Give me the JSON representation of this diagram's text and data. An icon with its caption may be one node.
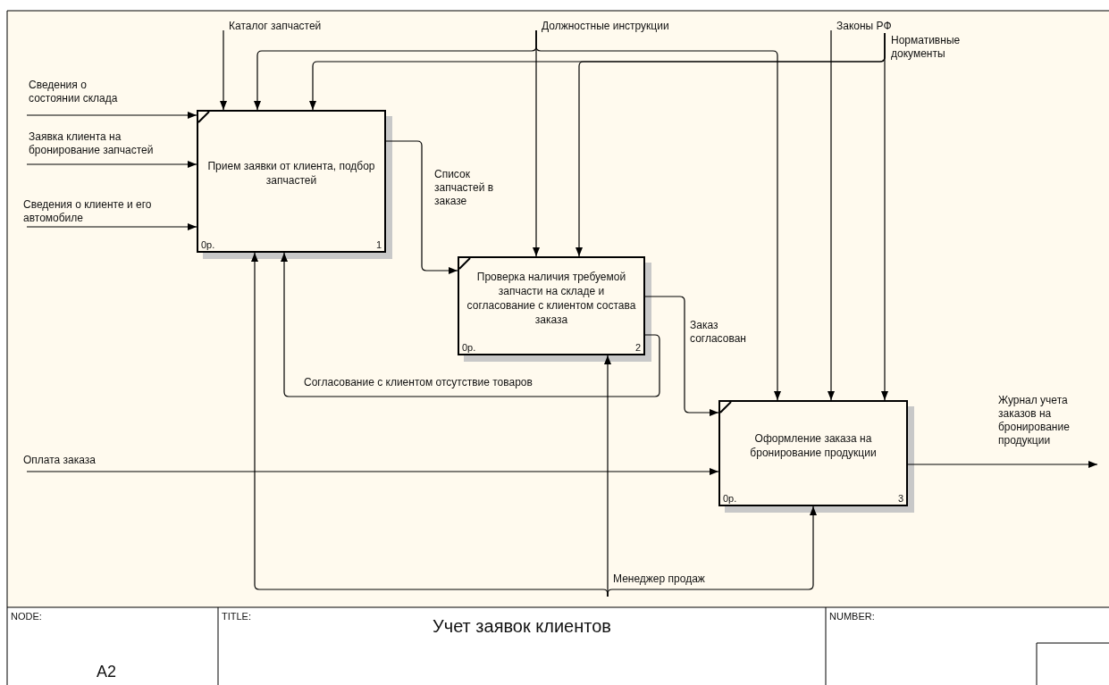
{
  "diagram": {
    "title": "Учет заявок клиентов",
    "nodes": [
      {
        "text": [
          "Прием заявки от клиента, подбор запчастей",
          "0р.",
          "1"
        ]
      },
      {
        "text": [
          "Проверка наличия требуемой запчасти на складе и согласование с клиентом состава заказа",
          "0р.",
          "2"
        ]
      },
      {
        "text": [
          "Оформление заказа на бронирование продукции",
          "0р.",
          "3"
        ]
      }
    ],
    "edges": [
      {
        "from": null,
        "to": 0,
        "arrow": "to",
        "label": "Сведения о состоянии склада"
      },
      {
        "from": null,
        "to": 0,
        "arrow": "to",
        "label": "Заявка клиента на бронирование запчастей"
      },
      {
        "from": null,
        "to": 0,
        "arrow": "to",
        "label": "Сведения о клиенте и его автомобиле"
      },
      {
        "from": null,
        "to": 0,
        "arrow": "to",
        "label": "Каталог запчастей"
      },
      {
        "from": null,
        "to": 0,
        "arrow": "to",
        "label": "Должностные инструкции"
      },
      {
        "from": null,
        "to": 1,
        "arrow": "to"
      },
      {
        "from": null,
        "to": 2,
        "arrow": "to"
      },
      {
        "from": null,
        "to": 0,
        "arrow": "to",
        "label": "Нормативные документы"
      },
      {
        "from": null,
        "to": 1,
        "arrow": "to"
      },
      {
        "from": null,
        "to": 2,
        "arrow": "to"
      },
      {
        "from": null,
        "to": 2,
        "arrow": "to",
        "label": "Законы РФ"
      },
      {
        "from": 0,
        "to": 1,
        "arrow": "to",
        "label": "Список запчастей в заказе"
      },
      {
        "from": 1,
        "to": 2,
        "arrow": "to",
        "label": "Заказ согласован"
      },
      {
        "from": 1,
        "to": 0,
        "arrow": "to",
        "label": "Согласование с клиентом отсутствие товаров"
      },
      {
        "from": null,
        "to": 2,
        "arrow": "to",
        "label": "Оплата заказа"
      },
      {
        "from": 2,
        "to": null,
        "arrow": "to",
        "label": "Журнал учета заказов на бронирование продукции"
      },
      {
        "from": null,
        "to": 0,
        "arrow": "to",
        "label": "Менеджер продаж"
      },
      {
        "from": null,
        "to": 1,
        "arrow": "to"
      },
      {
        "from": null,
        "to": 2,
        "arrow": "to"
      }
    ],
    "labels": [
      "NODE:",
      "TITLE:",
      "NUMBER:",
      "A2"
    ]
  }
}
